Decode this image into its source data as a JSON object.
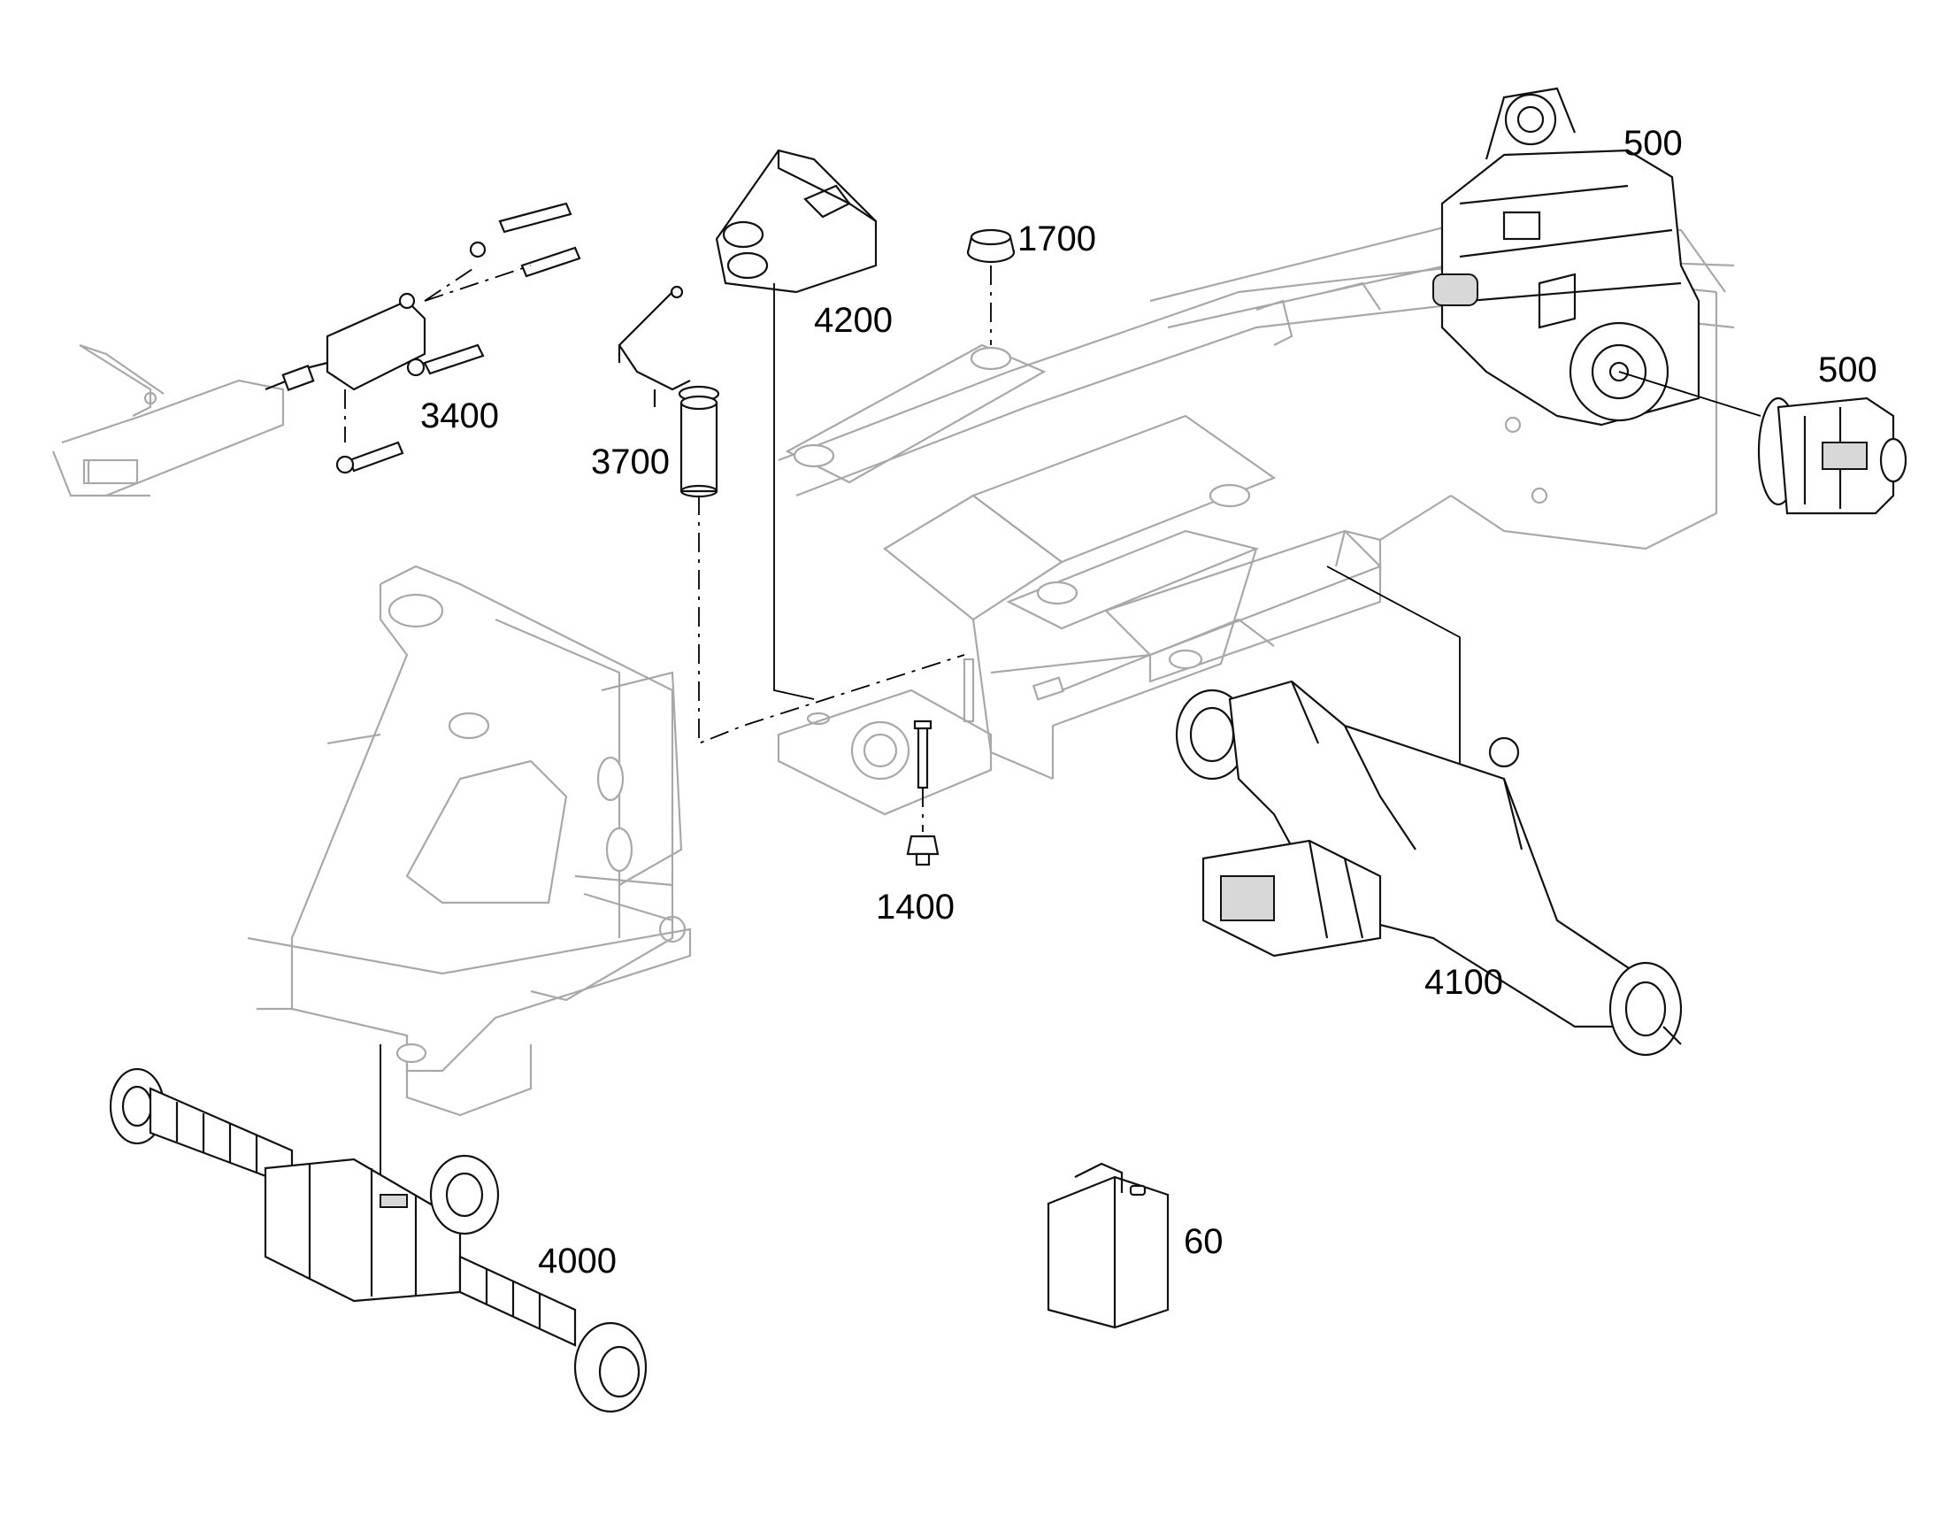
{
  "callouts": {
    "engine_top": "500",
    "engine_pump": "500",
    "mount_1700": "1700",
    "bracket_4200": "4200",
    "hose_3400": "3400",
    "filter_3700": "3700",
    "bolt_1400": "1400",
    "rear_axle_4100": "4100",
    "front_axle_4000": "4000",
    "canister_60": "60"
  },
  "colors": {
    "faint_line": "#a8a8a8",
    "dark_line": "#111111",
    "background": "#ffffff"
  }
}
